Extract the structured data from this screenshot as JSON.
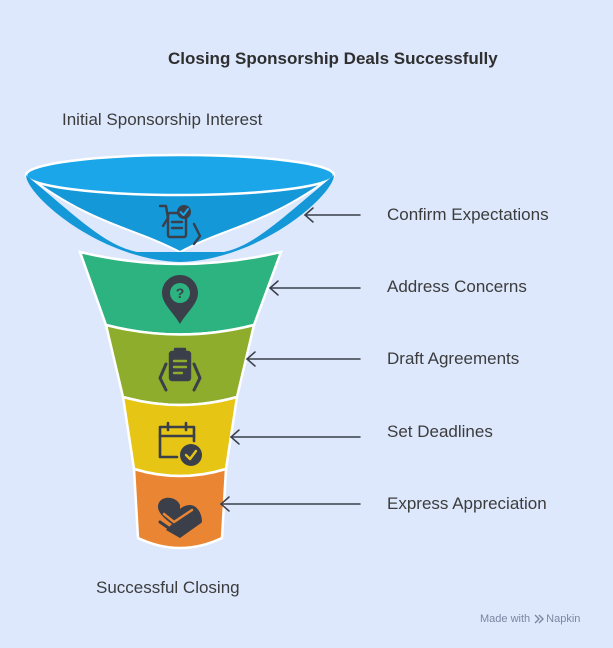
{
  "title": "Closing Sponsorship Deals Successfully",
  "top_label": "Initial Sponsorship Interest",
  "bottom_label": "Successful Closing",
  "stages": [
    {
      "label": "Confirm Expectations",
      "color": "#1498d8",
      "icon": "checklist-icon"
    },
    {
      "label": "Address Concerns",
      "color": "#2cb380",
      "icon": "question-pin-icon"
    },
    {
      "label": "Draft Agreements",
      "color": "#8fad2c",
      "icon": "clipboard-hands-icon"
    },
    {
      "label": "Set Deadlines",
      "color": "#e6c514",
      "icon": "calendar-check-icon"
    },
    {
      "label": "Express Appreciation",
      "color": "#ea8633",
      "icon": "heart-hands-icon"
    }
  ],
  "footer": {
    "made_with": "Made with",
    "brand": "Napkin"
  }
}
